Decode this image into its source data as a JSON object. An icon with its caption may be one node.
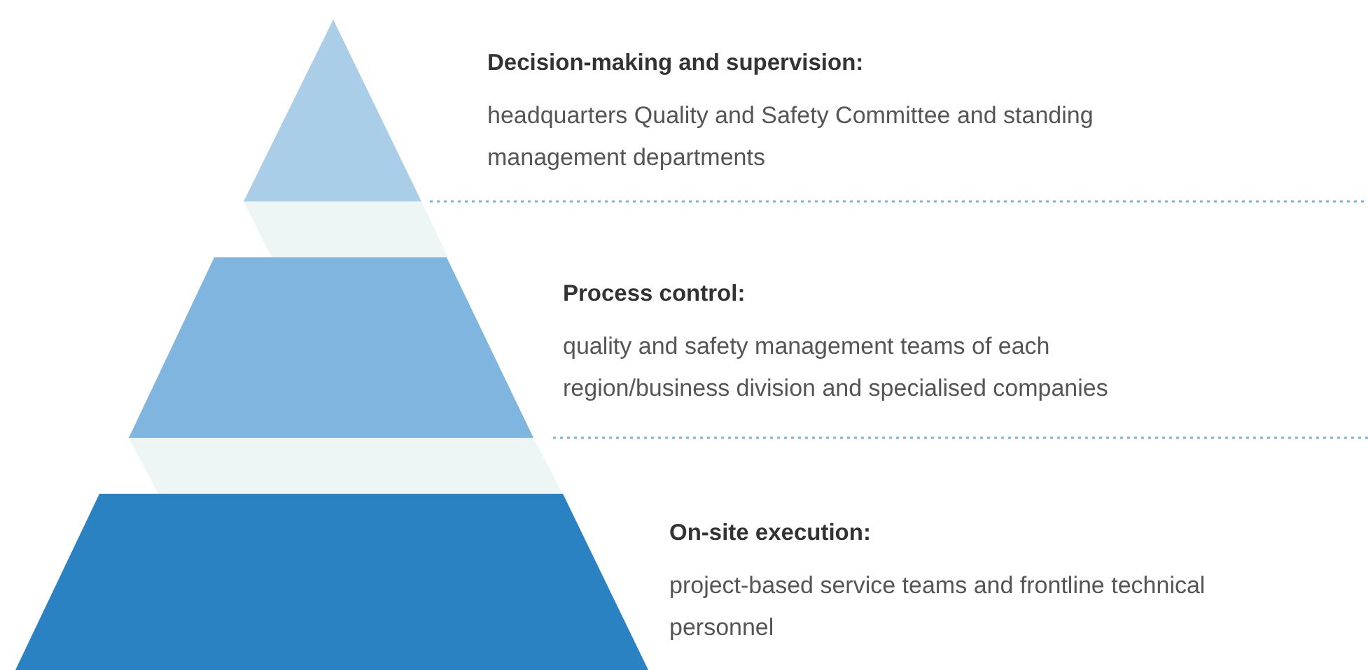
{
  "diagram": {
    "nodes": [
      {
        "text": [],
        "shape": "triangle",
        "beside": [
          "Decision-making and supervision:",
          "headquarters Quality and Safety Committee and standing management departments"
        ]
      },
      {
        "text": [],
        "shape": "band"
      },
      {
        "text": [],
        "shape": "trapezoid",
        "beside": [
          "Process control:",
          "quality and safety management teams of each region/business division and specialised companies"
        ]
      },
      {
        "text": [],
        "shape": "band"
      },
      {
        "text": [],
        "shape": "trapezoid",
        "beside": [
          "On-site execution:",
          "project-based service teams and frontline technical personnel"
        ]
      }
    ],
    "edges": []
  }
}
